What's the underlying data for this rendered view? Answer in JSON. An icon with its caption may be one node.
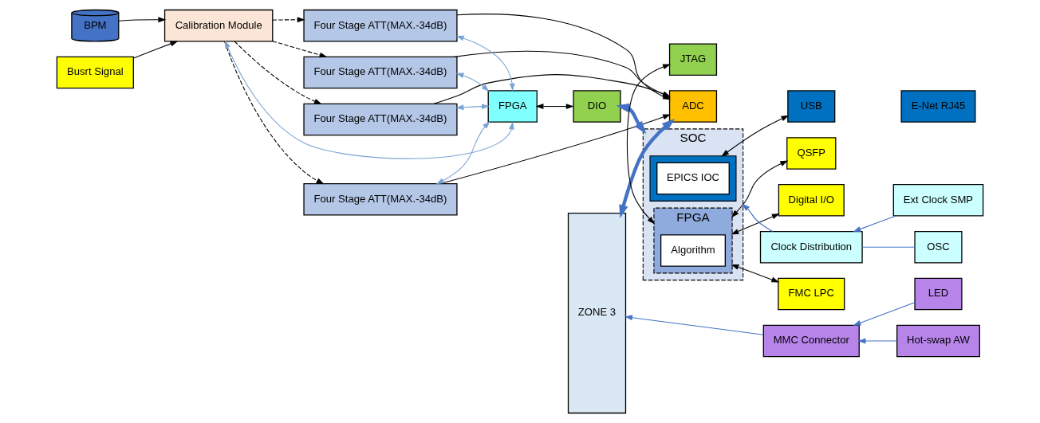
{
  "diagram": {
    "nodes": [
      {
        "text": [
          "BPM"
        ]
      },
      {
        "text": [
          "Calibration Module"
        ]
      },
      {
        "text": [
          "Four Stage ATT(MAX.-34dB)"
        ]
      },
      {
        "text": [
          "Four Stage ATT(MAX.-34dB)"
        ]
      },
      {
        "text": [
          "Four Stage ATT(MAX.-34dB)"
        ]
      },
      {
        "text": [
          "Four Stage ATT(MAX.-34dB)"
        ]
      },
      {
        "text": [
          "FPGA"
        ]
      },
      {
        "text": [
          "DIO"
        ]
      },
      {
        "text": [
          "Busrt Signal"
        ]
      },
      {
        "text": [
          "ZONE 3"
        ]
      },
      {
        "text": [
          "ADC"
        ]
      },
      {
        "text": [
          "SOC"
        ]
      },
      {
        "text": [],
        "shape": "box",
        "in": 11
      },
      {
        "text": [
          "EPICS IOC"
        ],
        "in": 12
      },
      {
        "text": [
          "FPGA"
        ],
        "in": 11
      },
      {
        "text": [
          "Algorithm"
        ],
        "in": 14
      },
      {
        "text": [
          "JTAG"
        ]
      },
      {
        "text": [
          "USB"
        ]
      },
      {
        "text": [
          "E-Net RJ45"
        ]
      },
      {
        "text": [
          "OSC"
        ]
      },
      {
        "text": [
          "Clock Distribution"
        ]
      },
      {
        "text": [
          "Ext Clock SMP"
        ]
      },
      {
        "text": [
          "Digital I/O"
        ]
      },
      {
        "text": [
          "QSFP"
        ]
      },
      {
        "text": [
          "FMC LPC"
        ]
      },
      {
        "text": [
          "LED"
        ]
      },
      {
        "text": [
          "MMC Connector"
        ]
      },
      {
        "text": [
          "Hot-swap AW"
        ]
      }
    ],
    "edges": [
      {
        "from": 0,
        "to": 1,
        "arrow": "to"
      },
      {
        "from": 1,
        "to": 2,
        "arrow": "to",
        "style": "dashed"
      },
      {
        "from": 1,
        "to": 3,
        "arrow": "to",
        "style": "dashed"
      },
      {
        "from": 1,
        "to": 4,
        "arrow": "to",
        "style": "dashed"
      },
      {
        "from": 1,
        "to": 5,
        "arrow": "to",
        "style": "dashed"
      },
      {
        "from": 2,
        "to": 10,
        "arrow": "to"
      },
      {
        "from": 3,
        "to": 10,
        "arrow": "to"
      },
      {
        "from": 4,
        "to": 10,
        "arrow": "to"
      },
      {
        "from": 5,
        "to": 10,
        "arrow": "to"
      },
      {
        "from": 9,
        "to": 10,
        "arrow": "both",
        "style": "thick",
        "color": "#4472c4"
      },
      {
        "from": 6,
        "to": 2,
        "arrow": "both",
        "color": "#7ba3d4"
      },
      {
        "from": 6,
        "to": 3,
        "arrow": "both",
        "color": "#7ba3d4"
      },
      {
        "from": 6,
        "to": 4,
        "arrow": "both",
        "color": "#7ba3d4"
      },
      {
        "from": 6,
        "to": 5,
        "arrow": "both",
        "color": "#7ba3d4"
      },
      {
        "from": 1,
        "to": 6,
        "arrow": "both",
        "color": "#7ba3d4"
      },
      {
        "from": 8,
        "to": 1,
        "arrow": "to"
      },
      {
        "from": 6,
        "to": 7,
        "arrow": "both"
      },
      {
        "from": 7,
        "to": 11,
        "arrow": "both",
        "style": "thick",
        "color": "#4472c4"
      },
      {
        "from": 12,
        "to": 17,
        "arrow": "both"
      },
      {
        "from": 19,
        "to": 20,
        "arrow": "none",
        "color": "#4472c4"
      },
      {
        "from": 21,
        "to": 20,
        "arrow": "to",
        "color": "#4472c4"
      },
      {
        "from": 20,
        "to": 11,
        "arrow": "to",
        "color": "#4472c4"
      },
      {
        "from": 14,
        "to": 22,
        "arrow": "both"
      },
      {
        "from": 14,
        "to": 23,
        "arrow": "both"
      },
      {
        "from": 14,
        "to": 24,
        "arrow": "both"
      },
      {
        "from": 14,
        "to": 16,
        "arrow": "both"
      },
      {
        "from": 25,
        "to": 26,
        "arrow": "to",
        "color": "#4472c4"
      },
      {
        "from": 27,
        "to": 26,
        "arrow": "to",
        "color": "#4472c4"
      },
      {
        "from": 26,
        "to": 9,
        "arrow": "to",
        "color": "#4472c4"
      }
    ]
  }
}
